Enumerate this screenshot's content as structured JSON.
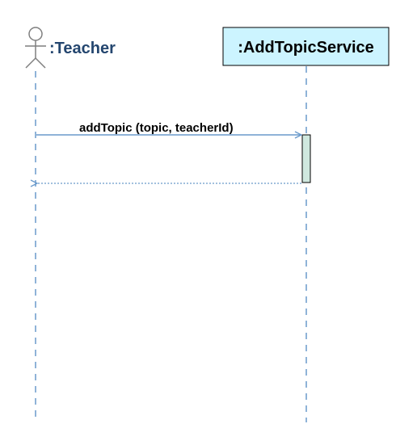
{
  "actor": {
    "label": ":Teacher",
    "icon": "stick-figure-icon"
  },
  "participant": {
    "label": ":AddTopicService"
  },
  "messages": [
    {
      "label": "addTopic (topic, teacherId)",
      "type": "synchronous-call"
    },
    {
      "label": "",
      "type": "return"
    }
  ],
  "colors": {
    "lifeline": "#6a9acb",
    "actor_text": "#24466f",
    "participant_fill": "#ccf4ff",
    "participant_border": "#000000",
    "activation_fill": "#cfe8df",
    "activation_border": "#000000",
    "arrow": "#6a9acb"
  }
}
